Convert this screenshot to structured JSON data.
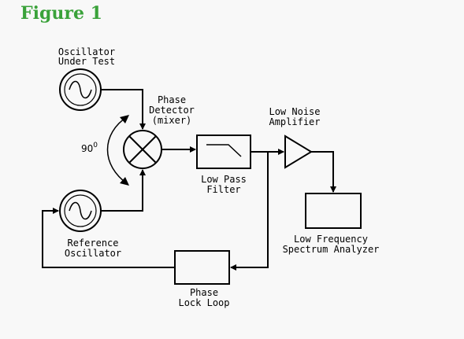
{
  "title": "Figure 1",
  "blocks": {
    "oscillator_under_test": {
      "line1": "Oscillator",
      "line2": "Under Test"
    },
    "phase_detector": {
      "line1": "Phase",
      "line2": "Detector",
      "line3": "(mixer)"
    },
    "phase_shift": {
      "value": "90",
      "unit": "0"
    },
    "low_noise_amplifier": {
      "line1": "Low Noise",
      "line2": "Amplifier"
    },
    "low_pass_filter": {
      "line1": "Low Pass",
      "line2": "Filter"
    },
    "reference_oscillator": {
      "line1": "Reference",
      "line2": "Oscillator"
    },
    "spectrum_analyzer": {
      "line1": "Low Frequency",
      "line2": "Spectrum Analyzer"
    },
    "phase_lock_loop": {
      "line1": "Phase",
      "line2": "Lock Loop"
    }
  },
  "colors": {
    "title": "#3aa23a",
    "background": "#f8f8f8",
    "lines": "#000000"
  }
}
